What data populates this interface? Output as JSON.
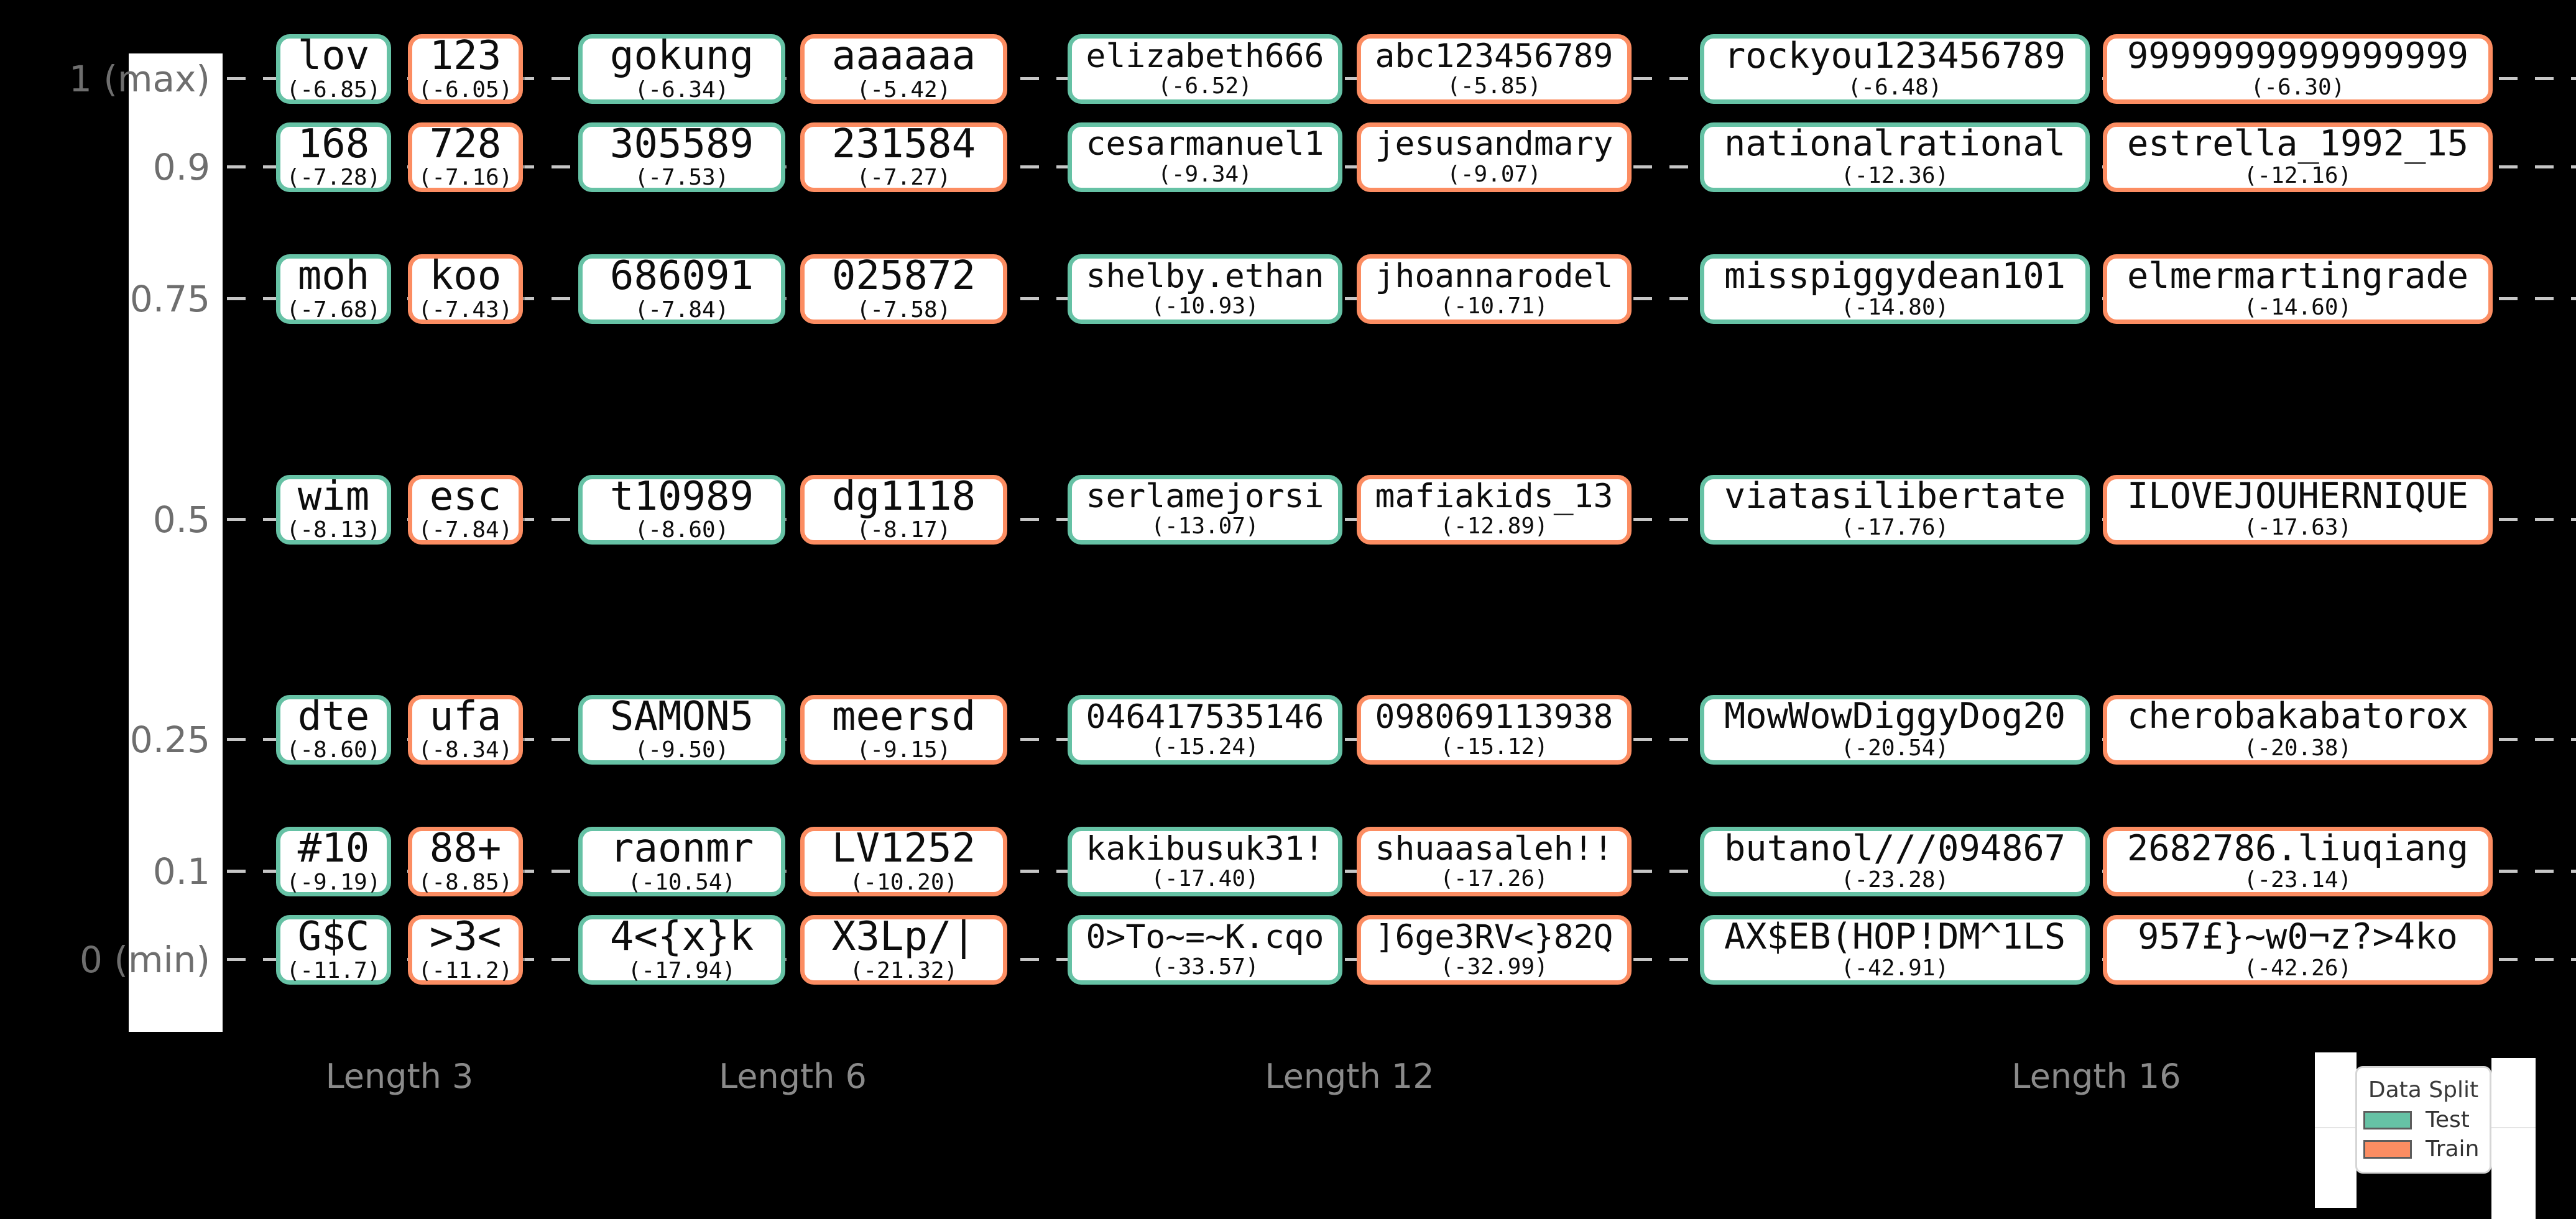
{
  "colors": {
    "background": "#000000",
    "test": "#66c2a5",
    "train": "#fc8d62",
    "dash_line": "#c6c6c6",
    "axis_label": "#6e6e6e",
    "group_label": "#8a8a8a"
  },
  "legend": {
    "title": "Data Split",
    "entries": [
      {
        "label": "Test",
        "split": "test"
      },
      {
        "label": "Train",
        "split": "train"
      }
    ],
    "position": "lower right"
  },
  "chart_data": {
    "type": "table",
    "y_tick_labels": [
      "1 (max)",
      "0.9",
      "0.75",
      "0.5",
      "0.25",
      "0.1",
      "0 (min)"
    ],
    "quantiles": [
      1,
      0.9,
      0.75,
      0.5,
      0.25,
      0.1,
      0
    ],
    "x_group_labels": [
      "Length 3",
      "Length 6",
      "Length 12",
      "Length 16"
    ],
    "legend_title": "Data Split",
    "series_names": [
      "Test",
      "Train"
    ],
    "grid": "dashed horizontal quantile lines",
    "groups": [
      {
        "label": "Length 3",
        "rows": [
          {
            "quantile": "1 (max)",
            "test": {
              "password": "lov",
              "logprob": "(-6.85)"
            },
            "train": {
              "password": "123",
              "logprob": "(-6.05)"
            }
          },
          {
            "quantile": "0.9",
            "test": {
              "password": "168",
              "logprob": "(-7.28)"
            },
            "train": {
              "password": "728",
              "logprob": "(-7.16)"
            }
          },
          {
            "quantile": "0.75",
            "test": {
              "password": "moh",
              "logprob": "(-7.68)"
            },
            "train": {
              "password": "koo",
              "logprob": "(-7.43)"
            }
          },
          {
            "quantile": "0.5",
            "test": {
              "password": "wim",
              "logprob": "(-8.13)"
            },
            "train": {
              "password": "esc",
              "logprob": "(-7.84)"
            }
          },
          {
            "quantile": "0.25",
            "test": {
              "password": "dte",
              "logprob": "(-8.60)"
            },
            "train": {
              "password": "ufa",
              "logprob": "(-8.34)"
            }
          },
          {
            "quantile": "0.1",
            "test": {
              "password": "#10",
              "logprob": "(-9.19)"
            },
            "train": {
              "password": "88+",
              "logprob": "(-8.85)"
            }
          },
          {
            "quantile": "0 (min)",
            "test": {
              "password": "G$C",
              "logprob": "(-11.7)"
            },
            "train": {
              "password": ">3<",
              "logprob": "(-11.2)"
            }
          }
        ]
      },
      {
        "label": "Length 6",
        "rows": [
          {
            "quantile": "1 (max)",
            "test": {
              "password": "gokung",
              "logprob": "(-6.34)"
            },
            "train": {
              "password": "aaaaaa",
              "logprob": "(-5.42)"
            }
          },
          {
            "quantile": "0.9",
            "test": {
              "password": "305589",
              "logprob": "(-7.53)"
            },
            "train": {
              "password": "231584",
              "logprob": "(-7.27)"
            }
          },
          {
            "quantile": "0.75",
            "test": {
              "password": "686091",
              "logprob": "(-7.84)"
            },
            "train": {
              "password": "025872",
              "logprob": "(-7.58)"
            }
          },
          {
            "quantile": "0.5",
            "test": {
              "password": "t10989",
              "logprob": "(-8.60)"
            },
            "train": {
              "password": "dg1118",
              "logprob": "(-8.17)"
            }
          },
          {
            "quantile": "0.25",
            "test": {
              "password": "SAMON5",
              "logprob": "(-9.50)"
            },
            "train": {
              "password": "meersd",
              "logprob": "(-9.15)"
            }
          },
          {
            "quantile": "0.1",
            "test": {
              "password": "raonmr",
              "logprob": "(-10.54)"
            },
            "train": {
              "password": "LV1252",
              "logprob": "(-10.20)"
            }
          },
          {
            "quantile": "0 (min)",
            "test": {
              "password": "4<{x}k",
              "logprob": "(-17.94)"
            },
            "train": {
              "password": "X3Lp/|",
              "logprob": "(-21.32)"
            }
          }
        ]
      },
      {
        "label": "Length 12",
        "rows": [
          {
            "quantile": "1 (max)",
            "test": {
              "password": "elizabeth666",
              "logprob": "(-6.52)"
            },
            "train": {
              "password": "abc123456789",
              "logprob": "(-5.85)"
            }
          },
          {
            "quantile": "0.9",
            "test": {
              "password": "cesarmanuel1",
              "logprob": "(-9.34)"
            },
            "train": {
              "password": "jesusandmary",
              "logprob": "(-9.07)"
            }
          },
          {
            "quantile": "0.75",
            "test": {
              "password": "shelby.ethan",
              "logprob": "(-10.93)"
            },
            "train": {
              "password": "jhoannarodel",
              "logprob": "(-10.71)"
            }
          },
          {
            "quantile": "0.5",
            "test": {
              "password": "serlamejorsi",
              "logprob": "(-13.07)"
            },
            "train": {
              "password": "mafiakids_13",
              "logprob": "(-12.89)"
            }
          },
          {
            "quantile": "0.25",
            "test": {
              "password": "046417535146",
              "logprob": "(-15.24)"
            },
            "train": {
              "password": "098069113938",
              "logprob": "(-15.12)"
            }
          },
          {
            "quantile": "0.1",
            "test": {
              "password": "kakibusuk31!",
              "logprob": "(-17.40)"
            },
            "train": {
              "password": "shuaasaleh!!",
              "logprob": "(-17.26)"
            }
          },
          {
            "quantile": "0 (min)",
            "test": {
              "password": "0>To~=~K.cqo",
              "logprob": "(-33.57)"
            },
            "train": {
              "password": "]6ge3RV<}82Q",
              "logprob": "(-32.99)"
            }
          }
        ]
      },
      {
        "label": "Length 16",
        "rows": [
          {
            "quantile": "1 (max)",
            "test": {
              "password": "rockyou123456789",
              "logprob": "(-6.48)"
            },
            "train": {
              "password": "9999999999999999",
              "logprob": "(-6.30)"
            }
          },
          {
            "quantile": "0.9",
            "test": {
              "password": "nationalrational",
              "logprob": "(-12.36)"
            },
            "train": {
              "password": "estrella_1992_15",
              "logprob": "(-12.16)"
            }
          },
          {
            "quantile": "0.75",
            "test": {
              "password": "misspiggydean101",
              "logprob": "(-14.80)"
            },
            "train": {
              "password": "elmermartingrade",
              "logprob": "(-14.60)"
            }
          },
          {
            "quantile": "0.5",
            "test": {
              "password": "viatasilibertate",
              "logprob": "(-17.76)"
            },
            "train": {
              "password": "ILOVEJOUHERNIQUE",
              "logprob": "(-17.63)"
            }
          },
          {
            "quantile": "0.25",
            "test": {
              "password": "MowWowDiggyDog20",
              "logprob": "(-20.54)"
            },
            "train": {
              "password": "cherobakabatorox",
              "logprob": "(-20.38)"
            }
          },
          {
            "quantile": "0.1",
            "test": {
              "password": "butanol///094867",
              "logprob": "(-23.28)"
            },
            "train": {
              "password": "2682786.liuqiang",
              "logprob": "(-23.14)"
            }
          },
          {
            "quantile": "0 (min)",
            "test": {
              "password": "AX$EB(HOP!DM^1LS",
              "logprob": "(-42.91)"
            },
            "train": {
              "password": "957£}~w0¬z?>4ko",
              "logprob": "(-42.26)"
            }
          }
        ]
      }
    ]
  }
}
